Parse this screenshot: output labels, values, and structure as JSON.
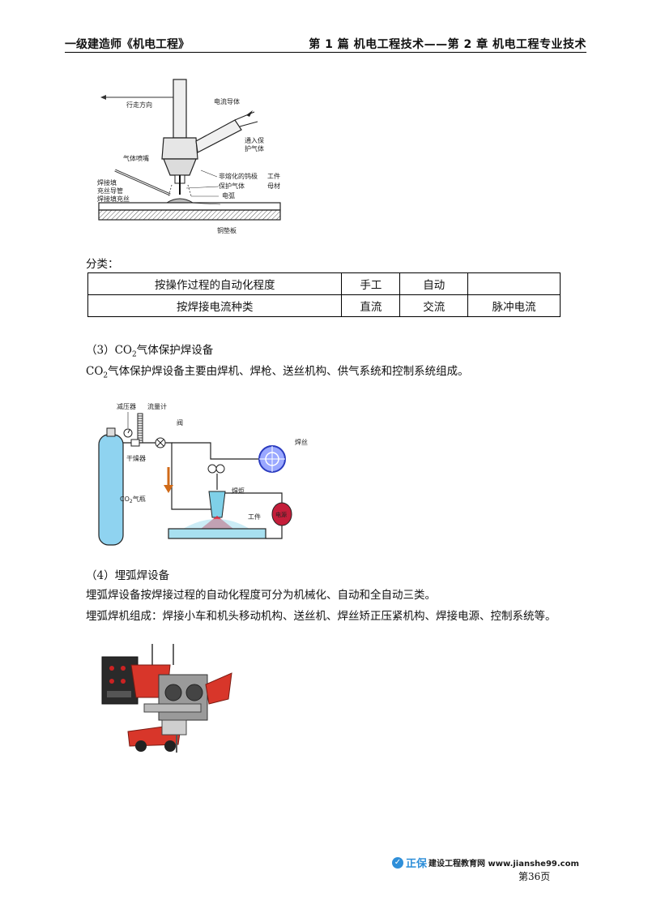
{
  "header": {
    "left": "一级建造师《机电工程》",
    "right": "第 1 篇   机电工程技术——第 2 章   机电工程专业技术"
  },
  "figure1": {
    "labels": {
      "direction": "行走方向",
      "conductor": "电流导体",
      "shield_gas_in_1": "通入保",
      "shield_gas_in_2": "护气体",
      "nozzle": "气体喷嘴",
      "filler_1": "焊接填",
      "filler_2": "充丝导管",
      "filler_3": "焊接填充丝",
      "electrode": "非熔化的钨极",
      "shield_gas": "保护气体",
      "arc": "电弧",
      "workpiece_1": "工件",
      "workpiece_2": "母材",
      "backing": "铜垫板"
    }
  },
  "classification": {
    "caption": "分类：",
    "rows": [
      {
        "label": "按操作过程的自动化程度",
        "c1": "手工",
        "c2": "自动",
        "c3": ""
      },
      {
        "label": "按焊接电流种类",
        "c1": "直流",
        "c2": "交流",
        "c3": "脉冲电流"
      }
    ]
  },
  "section3": {
    "heading_pre": "（3）CO",
    "heading_sub": "2",
    "heading_post": "气体保护焊设备",
    "text_pre": "CO",
    "text_sub": "2",
    "text_post": "气体保护焊设备主要由焊机、焊枪、送丝机构、供气系统和控制系统组成。"
  },
  "figure2": {
    "labels": {
      "regulator": "减压器",
      "flowmeter": "流量计",
      "valve": "阀",
      "dryer": "干燥器",
      "cylinder_pre": "CO",
      "cylinder_sub": "2",
      "cylinder_post": "气瓶",
      "wire": "焊丝",
      "torch": "焊炬",
      "power": "电源",
      "workpiece": "工件"
    },
    "colors": {
      "cylinder": "#8fd3f0",
      "workpiece": "#a8e0f0",
      "flame": "#e0243a",
      "power": "#c41e3a",
      "spool": "#2a3bbf"
    }
  },
  "section4": {
    "heading": "（4）埋弧焊设备",
    "line1": "埋弧焊设备按焊接过程的自动化程度可分为机械化、自动和全自动三类。",
    "line2": "埋弧焊机组成：焊接小车和机头移动机构、送丝机、焊丝矫正压紧机构、焊接电源、控制系统等。"
  },
  "footer": {
    "brand": "正保",
    "site": "建设工程教育网 www.jianshe99.com",
    "page": "第36页"
  }
}
